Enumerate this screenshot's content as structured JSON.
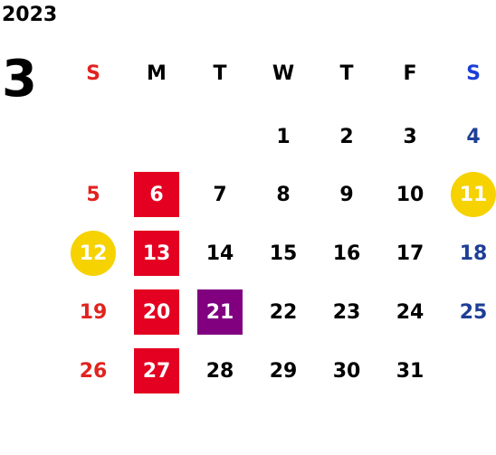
{
  "calendar": {
    "year": "2023",
    "month": "3",
    "weekdays": [
      {
        "label": "S",
        "color": "#e1231f"
      },
      {
        "label": "M",
        "color": "#000000"
      },
      {
        "label": "T",
        "color": "#000000"
      },
      {
        "label": "W",
        "color": "#000000"
      },
      {
        "label": "T",
        "color": "#000000"
      },
      {
        "label": "F",
        "color": "#000000"
      },
      {
        "label": "S",
        "color": "#1d3fd6"
      }
    ],
    "weeks": [
      [
        null,
        null,
        null,
        {
          "day": "1"
        },
        {
          "day": "2"
        },
        {
          "day": "3"
        },
        {
          "day": "4"
        }
      ],
      [
        {
          "day": "5"
        },
        {
          "day": "6",
          "style": "red-box"
        },
        {
          "day": "7"
        },
        {
          "day": "8"
        },
        {
          "day": "9"
        },
        {
          "day": "10"
        },
        {
          "day": "11",
          "style": "yellow-circle"
        }
      ],
      [
        {
          "day": "12",
          "style": "yellow-circle"
        },
        {
          "day": "13",
          "style": "red-box"
        },
        {
          "day": "14"
        },
        {
          "day": "15"
        },
        {
          "day": "16"
        },
        {
          "day": "17"
        },
        {
          "day": "18"
        }
      ],
      [
        {
          "day": "19"
        },
        {
          "day": "20",
          "style": "red-box"
        },
        {
          "day": "21",
          "style": "purple-box"
        },
        {
          "day": "22"
        },
        {
          "day": "23"
        },
        {
          "day": "24"
        },
        {
          "day": "25"
        }
      ],
      [
        {
          "day": "26"
        },
        {
          "day": "27",
          "style": "red-box"
        },
        {
          "day": "28"
        },
        {
          "day": "29"
        },
        {
          "day": "30"
        },
        {
          "day": "31"
        },
        null
      ]
    ],
    "colors": {
      "sunday": "#e1231f",
      "saturday": "#1e3f96",
      "weekday": "#000000",
      "highlight_red": "#e30021",
      "highlight_purple": "#800080",
      "highlight_yellow": "#f6d200"
    }
  }
}
